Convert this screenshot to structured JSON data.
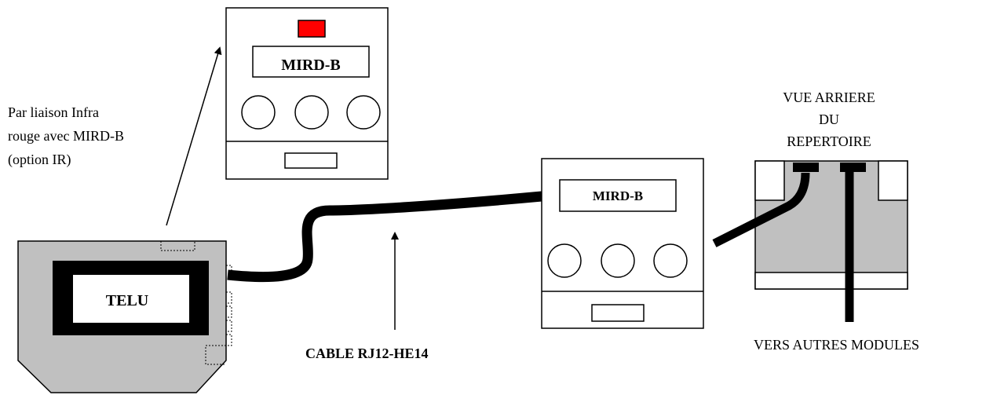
{
  "labels": {
    "infrared_note": [
      "Par liaison Infra",
      "rouge avec MIRD-B",
      "(option IR)"
    ],
    "telu": "TELU",
    "mird_b_top": "MIRD-B",
    "mird_b_mid": "MIRD-B",
    "cable": "CABLE RJ12-HE14",
    "rear_view": [
      "VUE ARRIERE",
      "DU",
      "REPERTOIRE"
    ],
    "other_modules": "VERS AUTRES MODULES"
  },
  "colors": {
    "indicator": "#ff0000",
    "device_fill": "#c0c0c0",
    "cable": "#000000"
  }
}
